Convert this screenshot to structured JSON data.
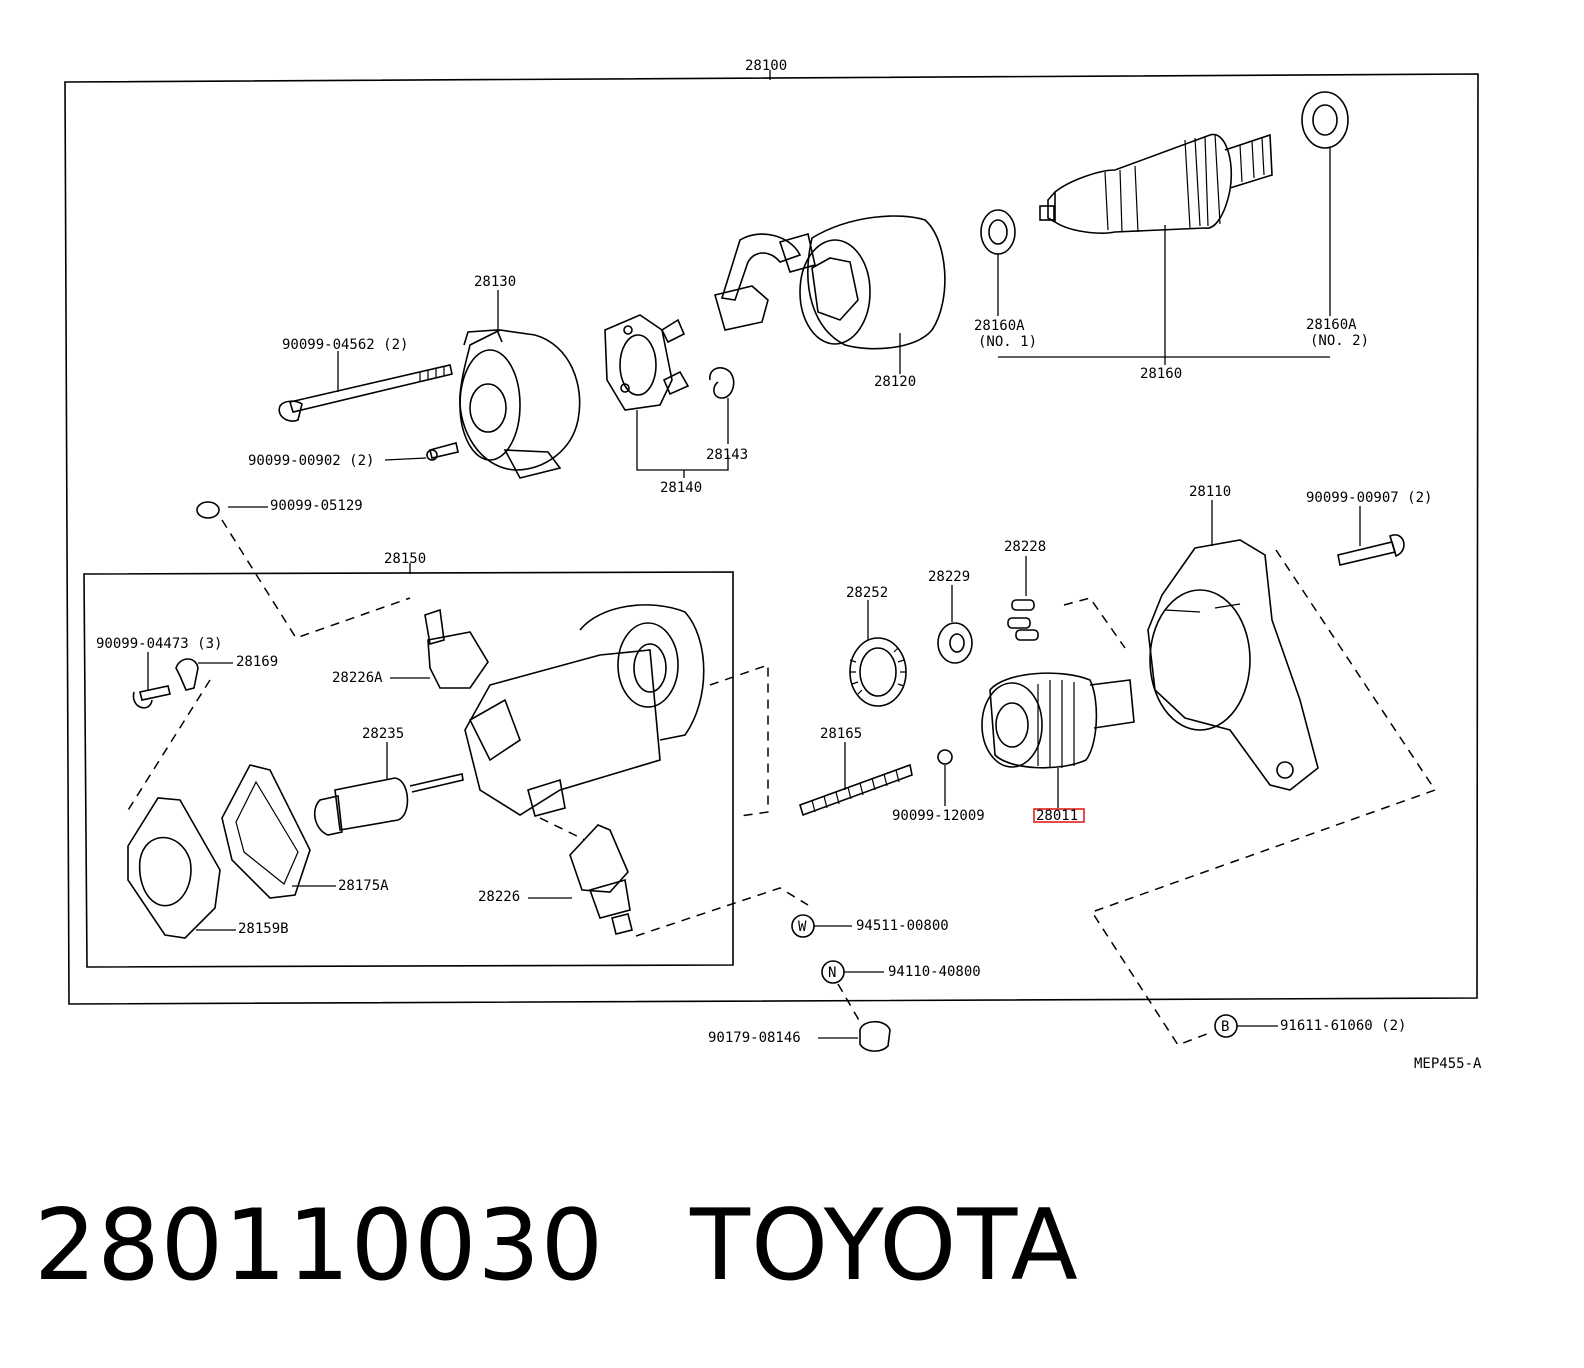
{
  "diagram": {
    "labels": {
      "assy": "28100",
      "bolt_long": "90099-04562 (2)",
      "end_frame": "28130",
      "screw": "90099-00902 (2)",
      "brush_holder": "28140",
      "spring_28143": "28143",
      "yoke": "28120",
      "bearing1": "28160A",
      "bearing1_no": "(NO. 1)",
      "armature": "28160",
      "bearing2": "28160A",
      "bearing2_no": "(NO. 2)",
      "nut_05129": "90099-05129",
      "housing_set": "28150",
      "bolt_04473": "90099-04473 (3)",
      "clip_28169": "28169",
      "terminal_a": "28226A",
      "plunger": "28235",
      "gasket": "28175A",
      "cover": "28159B",
      "terminal": "28226",
      "gear": "28252",
      "retainer": "28229",
      "rollers": "28228",
      "spring": "28165",
      "ball": "90099-12009",
      "clutch": "28011",
      "housing": "28110",
      "bolt_00907": "90099-00907 (2)",
      "washer_code": "W",
      "washer": "94511-00800",
      "nut_code": "N",
      "nut": "94110-40800",
      "boot": "90179-08146",
      "bolt_code": "B",
      "bolt_61060": "91611-61060 (2)",
      "ref": "MEP455-A"
    }
  },
  "caption": {
    "part_number": "280110030",
    "brand": "TOYOTA"
  },
  "highlight_color": "#e0201e"
}
